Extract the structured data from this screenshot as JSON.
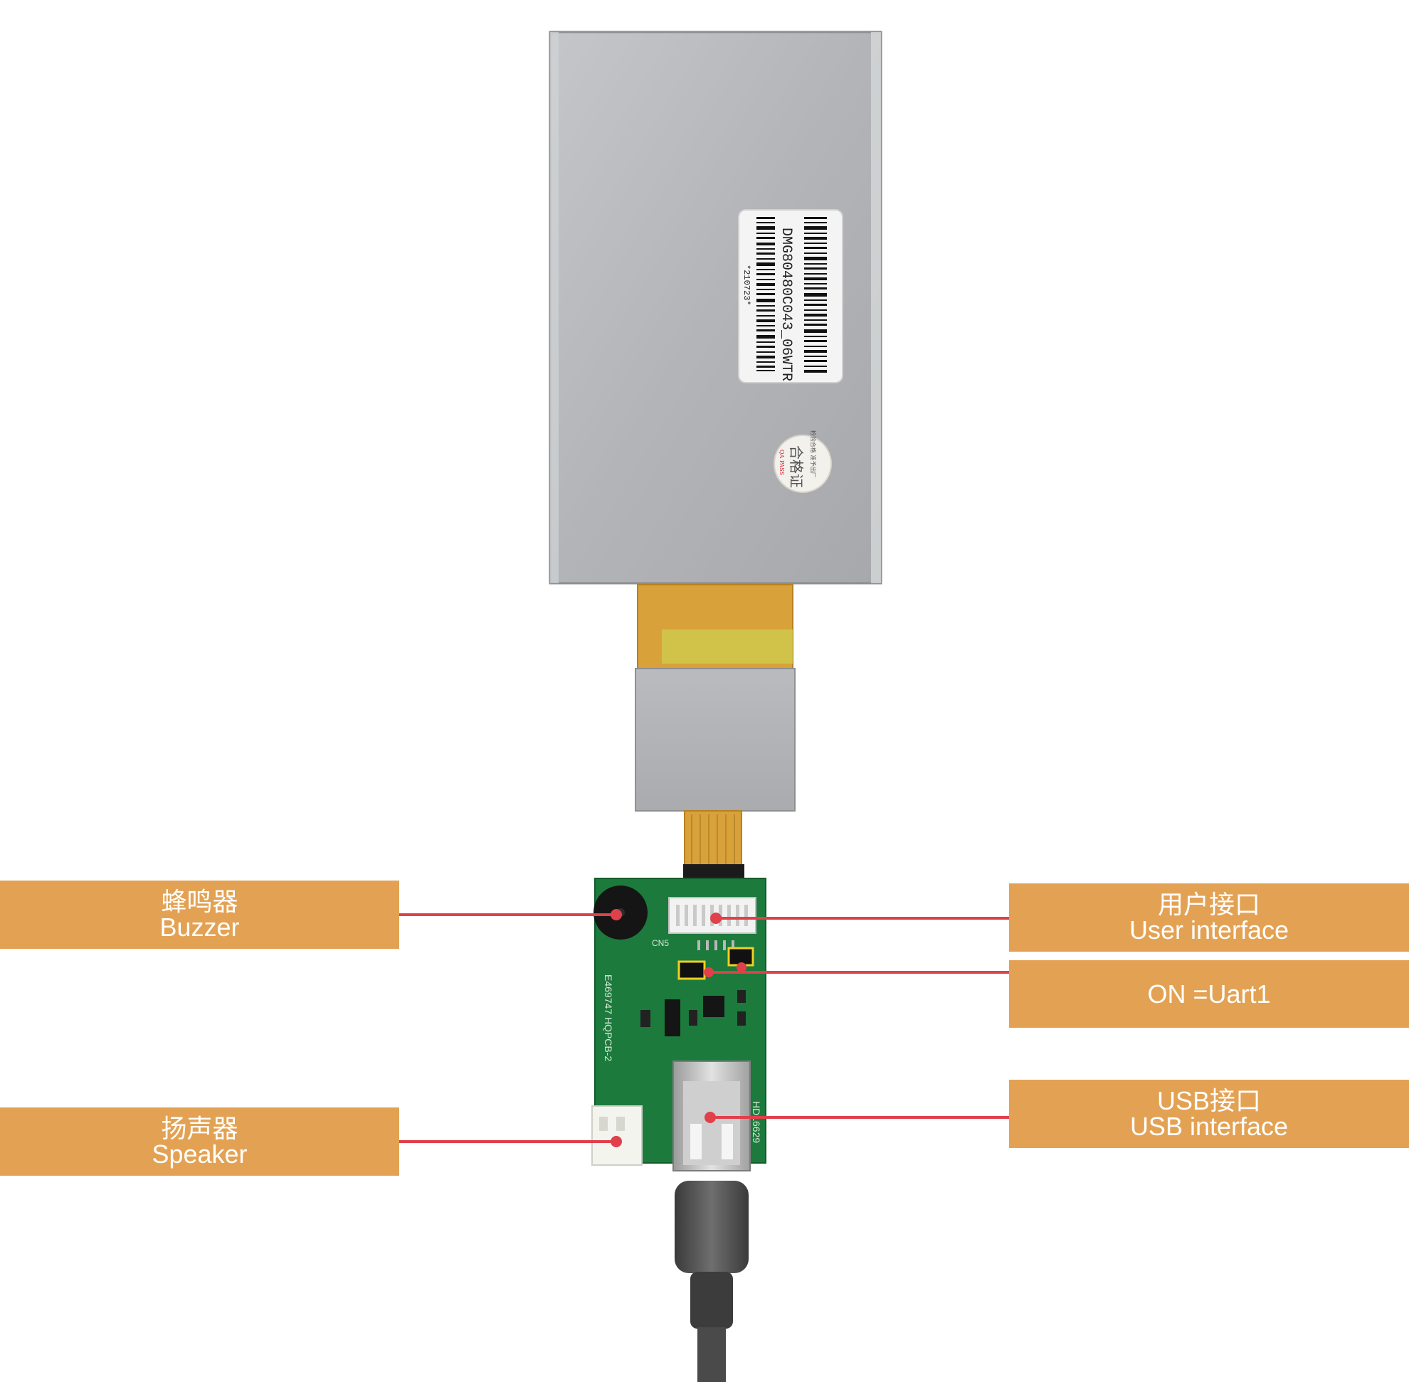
{
  "label": {
    "barcode_text": "DMG80480C043_06WTR",
    "serial_text": "*210723*",
    "qc_sticker_main": "合格证",
    "qc_sticker_top": "检验合格 准予出厂",
    "qc_sticker_pass": "QA PASS"
  },
  "pcb": {
    "marking_left": "E469747 HQPCB-2",
    "marking_right": "HDL6629",
    "marking_cn": "CN5"
  },
  "callouts": {
    "buzzer": {
      "cn": "蜂鸣器",
      "en": "Buzzer"
    },
    "speaker": {
      "cn": "扬声器",
      "en": "Speaker"
    },
    "user_interface": {
      "cn": "用户接口",
      "en": "User interface"
    },
    "uart": {
      "text": "ON =Uart1"
    },
    "usb": {
      "cn": "USB接口",
      "en": "USB interface"
    }
  },
  "colors": {
    "callout_fill": "#e3a253",
    "callout_text": "#ffffff",
    "leader_line": "#e0404a",
    "pcb_green": "#1c7a3c",
    "metal_panel": "#b4b6b9",
    "flex_cable": "#d9a13a"
  }
}
